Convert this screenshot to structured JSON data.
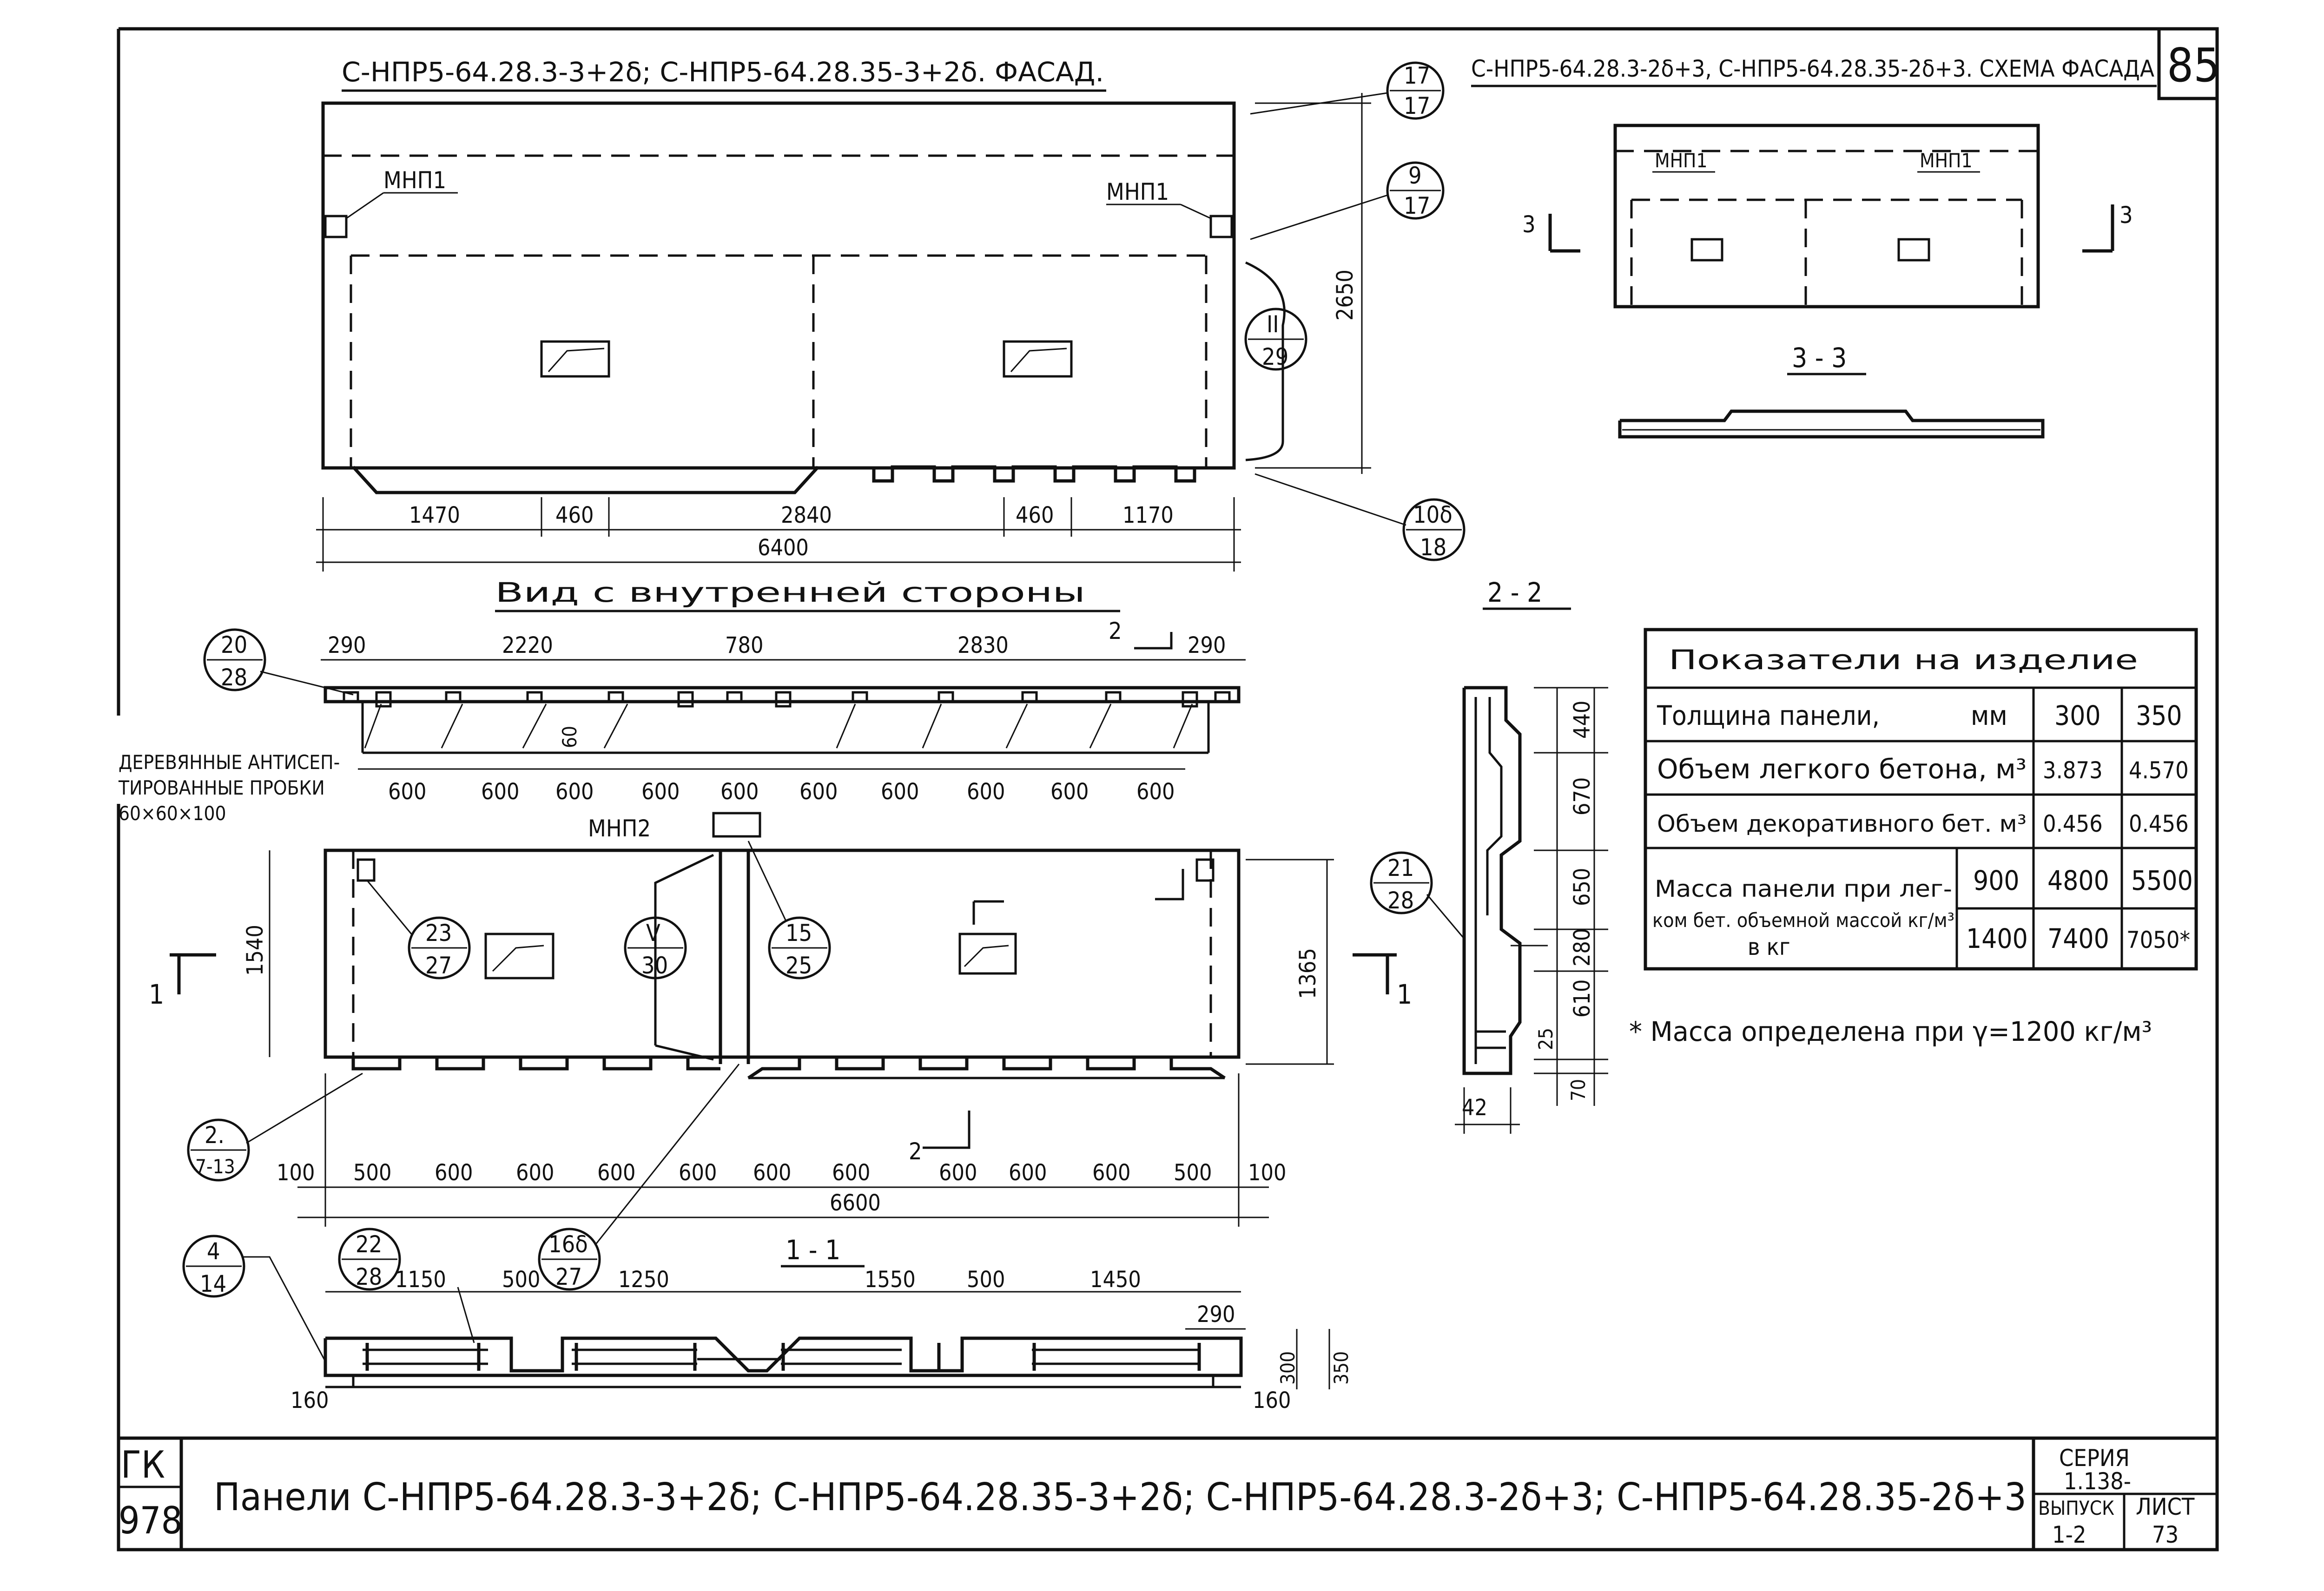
{
  "sheet_number": "85",
  "facade": {
    "title": "С-НПР5-64.28.3-3+2δ; С-НПР5-64.28.35-3+2δ. ФАСАД.",
    "label_left": "МНП1",
    "label_right": "МНП1",
    "dims": [
      "1470",
      "460",
      "2840",
      "460",
      "1170"
    ],
    "total": "6400",
    "height": "2650",
    "callouts": [
      {
        "top": "17",
        "bottom": "17"
      },
      {
        "top": "9",
        "bottom": "17"
      },
      {
        "top": "II",
        "bottom": "29"
      },
      {
        "top": "10δ",
        "bottom": "18"
      }
    ]
  },
  "scheme": {
    "title": "С-НПР5-64.28.3-2δ+3, С-НПР5-64.28.35-2δ+3. СХЕМА ФАСАДА",
    "label_left": "МНП1",
    "label_right": "МНП1",
    "cut_left": "3",
    "cut_right": "3",
    "section_title": "3 - 3"
  },
  "inner": {
    "title": "Вид с внутренней стороны",
    "top_dims": [
      "290",
      "2220",
      "780",
      "2830",
      "290"
    ],
    "spacing": [
      "600",
      "600",
      "600",
      "600",
      "600",
      "600",
      "600",
      "600",
      "600",
      "600"
    ],
    "spacing_v": "60",
    "plug_note": [
      "ДЕРЕВЯННЫЕ АНТИСЕП-",
      "ТИРОВАННЫЕ ПРОБКИ",
      "60×60×100"
    ],
    "mnp2": "МНП2",
    "height_left": "1540",
    "height_right": "1365",
    "bottom_dims": [
      "100",
      "500",
      "600",
      "600",
      "600",
      "600",
      "600",
      "600",
      "600",
      "600",
      "600",
      "500",
      "100"
    ],
    "total": "6600",
    "cut_left": "1",
    "cut_right": "1",
    "cut_top": "2",
    "cut_bottom": "2",
    "callouts": [
      {
        "top": "20",
        "bottom": "28"
      },
      {
        "top": "23",
        "bottom": "27"
      },
      {
        "top": "V",
        "bottom": "30"
      },
      {
        "top": "15",
        "bottom": "25"
      },
      {
        "top": "2.",
        "bottom": "7-13"
      }
    ]
  },
  "section_11": {
    "title": "1 - 1",
    "dims": [
      "1150",
      "500",
      "1250",
      "1550",
      "500",
      "1450"
    ],
    "right_dim": "290",
    "heights": [
      "300",
      "350"
    ],
    "left_offset": "160",
    "right_offset": "160",
    "callouts": [
      {
        "top": "4",
        "bottom": "14"
      },
      {
        "top": "22",
        "bottom": "28"
      },
      {
        "top": "16δ",
        "bottom": "27"
      }
    ]
  },
  "section_22": {
    "title": "2 - 2",
    "dims": [
      "440",
      "670",
      "650",
      "280",
      "610",
      "25",
      "70"
    ],
    "width": "42",
    "callout": {
      "top": "21",
      "bottom": "28"
    }
  },
  "table": {
    "title": "Показатели на изделие",
    "rows": [
      {
        "label": "Толщина панели,",
        "unit": "мм",
        "a": "300",
        "b": "350"
      },
      {
        "label": "Объем легкого бетона, м³",
        "a": "3.873",
        "b": "4.570"
      },
      {
        "label": "Объем декоративного бет. м³",
        "a": "0.456",
        "b": "0.456"
      }
    ],
    "mass_label": [
      "Масса панели при лег-",
      "ком бет. объемной массой кг/м³",
      "в кг"
    ],
    "mass_rows": [
      {
        "density": "900",
        "a": "4800",
        "b": "5500"
      },
      {
        "density": "1400",
        "a": "7400",
        "b": "7050*"
      }
    ],
    "footnote": "* Масса определена при γ=1200 кг/м³"
  },
  "title_block": {
    "code_top": "ГК",
    "code_bottom": "978",
    "title": "Панели С-НПР5-64.28.3-3+2δ; С-НПР5-64.28.35-3+2δ; С-НПР5-64.28.3-2δ+3; С-НПР5-64.28.35-2δ+3",
    "series_label": "СЕРИЯ",
    "series": "1.138-",
    "issue_label": "ВЫПУСК",
    "issue": "1-2",
    "sheet_label": "ЛИСТ",
    "sheet": "73"
  }
}
